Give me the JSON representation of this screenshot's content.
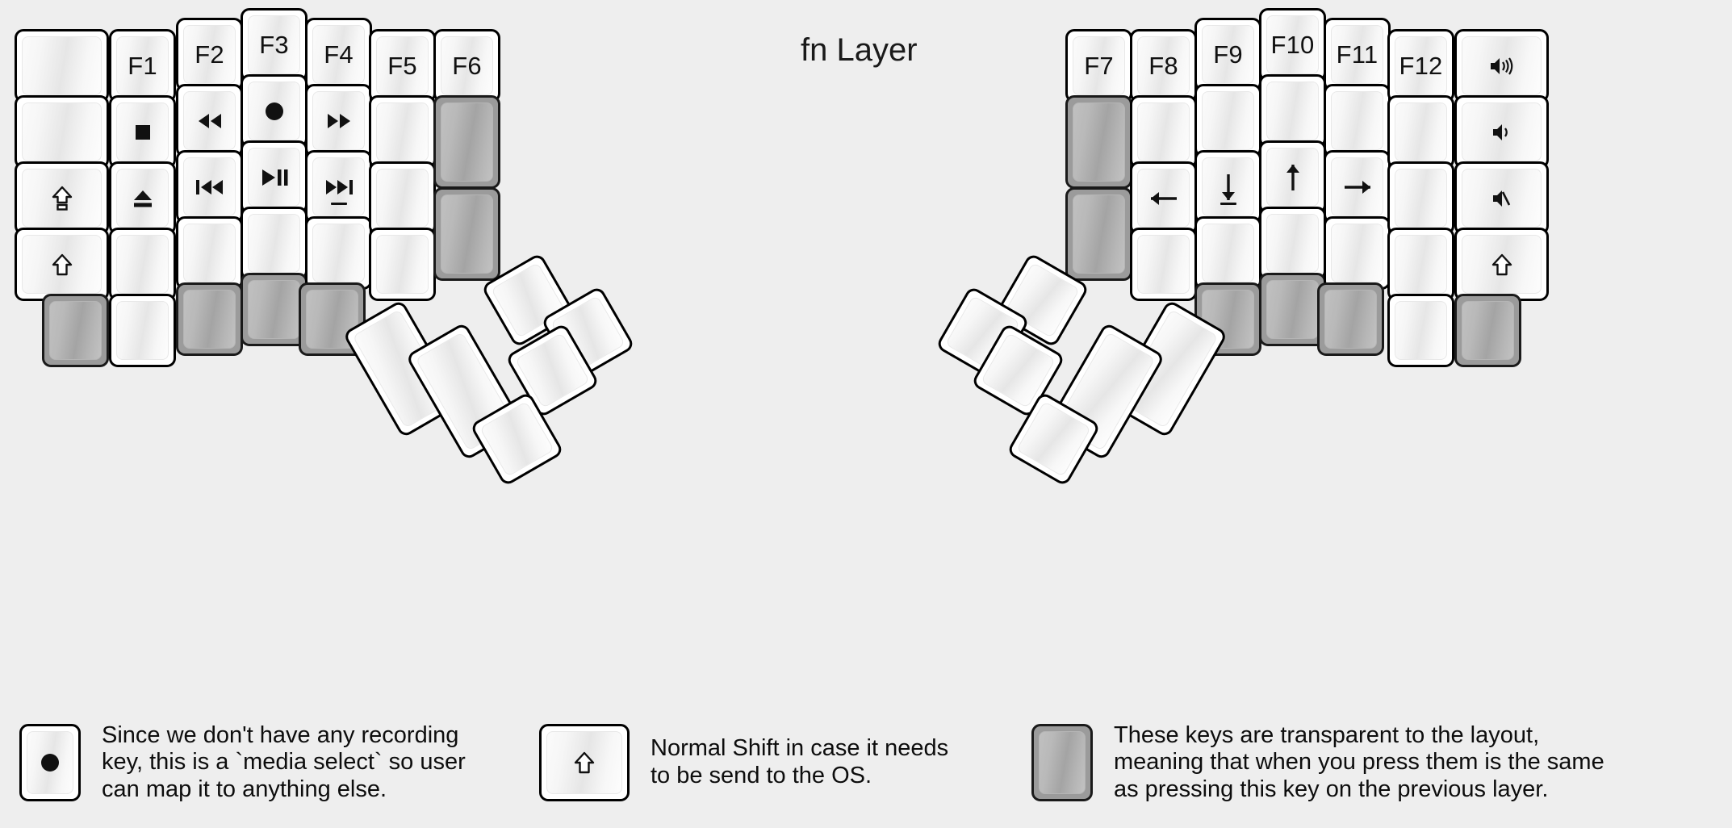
{
  "title": "fn Layer",
  "colors": {
    "background": "#eeeeee",
    "key_face": "#ffffff",
    "key_outline": "#000000",
    "transparent_key": "#9b9b9b",
    "legend_text": "#111111"
  },
  "left_half": {
    "name": "left-keyboard-half",
    "columns": [
      {
        "name": "col-outer",
        "keys": [
          {
            "label": "",
            "icon": "",
            "type": "normal"
          },
          {
            "label": "",
            "icon": "",
            "type": "normal"
          },
          {
            "label": "",
            "icon": "caps-lock-icon",
            "type": "normal"
          },
          {
            "label": "",
            "icon": "shift-icon",
            "type": "normal"
          },
          {
            "label": "",
            "icon": "",
            "type": "transparent"
          }
        ]
      },
      {
        "name": "col-f1",
        "keys": [
          {
            "label": "F1",
            "icon": "",
            "type": "normal"
          },
          {
            "label": "",
            "icon": "media-stop-icon",
            "type": "normal"
          },
          {
            "label": "",
            "icon": "media-eject-icon",
            "type": "normal"
          },
          {
            "label": "",
            "icon": "",
            "type": "normal"
          },
          {
            "label": "",
            "icon": "",
            "type": "normal"
          }
        ]
      },
      {
        "name": "col-f2",
        "keys": [
          {
            "label": "F2",
            "icon": "",
            "type": "normal"
          },
          {
            "label": "",
            "icon": "media-rewind-icon",
            "type": "normal"
          },
          {
            "label": "",
            "icon": "media-prev-track-icon",
            "type": "normal"
          },
          {
            "label": "",
            "icon": "",
            "type": "normal"
          },
          {
            "label": "",
            "icon": "",
            "type": "transparent"
          }
        ]
      },
      {
        "name": "col-f3",
        "keys": [
          {
            "label": "F3",
            "icon": "",
            "type": "normal"
          },
          {
            "label": "",
            "icon": "media-record-icon",
            "type": "normal"
          },
          {
            "label": "",
            "icon": "media-play-pause-icon",
            "type": "normal"
          },
          {
            "label": "",
            "icon": "",
            "type": "normal"
          },
          {
            "label": "",
            "icon": "",
            "type": "transparent"
          }
        ]
      },
      {
        "name": "col-f4",
        "keys": [
          {
            "label": "F4",
            "icon": "",
            "type": "normal"
          },
          {
            "label": "",
            "icon": "media-fast-forward-icon",
            "type": "normal"
          },
          {
            "label": "",
            "icon": "media-next-track-icon",
            "type": "normal",
            "home_bar": true
          },
          {
            "label": "",
            "icon": "",
            "type": "normal"
          },
          {
            "label": "",
            "icon": "",
            "type": "transparent"
          }
        ]
      },
      {
        "name": "col-f5",
        "keys": [
          {
            "label": "F5",
            "icon": "",
            "type": "normal"
          },
          {
            "label": "",
            "icon": "",
            "type": "normal"
          },
          {
            "label": "",
            "icon": "",
            "type": "normal"
          },
          {
            "label": "",
            "icon": "",
            "type": "normal"
          }
        ]
      },
      {
        "name": "col-f6",
        "keys": [
          {
            "label": "F6",
            "icon": "",
            "type": "normal"
          },
          {
            "label": "",
            "icon": "",
            "type": "transparent"
          },
          {
            "label": "",
            "icon": "",
            "type": "transparent"
          }
        ]
      }
    ],
    "thumb_keys": [
      {
        "name": "left-thumb-1",
        "label": "",
        "icon": "",
        "type": "normal"
      },
      {
        "name": "left-thumb-2",
        "label": "",
        "icon": "",
        "type": "normal"
      },
      {
        "name": "left-thumb-3",
        "label": "",
        "icon": "",
        "type": "normal"
      },
      {
        "name": "left-thumb-4",
        "label": "",
        "icon": "",
        "type": "normal"
      },
      {
        "name": "left-thumb-5",
        "label": "",
        "icon": "",
        "type": "normal"
      },
      {
        "name": "left-thumb-6",
        "label": "",
        "icon": "",
        "type": "normal"
      }
    ]
  },
  "right_half": {
    "name": "right-keyboard-half",
    "columns": [
      {
        "name": "col-f7",
        "keys": [
          {
            "label": "F7",
            "icon": "",
            "type": "normal"
          },
          {
            "label": "",
            "icon": "",
            "type": "transparent"
          },
          {
            "label": "",
            "icon": "",
            "type": "transparent"
          }
        ]
      },
      {
        "name": "col-f8",
        "keys": [
          {
            "label": "F8",
            "icon": "",
            "type": "normal"
          },
          {
            "label": "",
            "icon": "",
            "type": "normal"
          },
          {
            "label": "",
            "icon": "arrow-left-icon",
            "type": "normal"
          },
          {
            "label": "",
            "icon": "",
            "type": "normal"
          }
        ]
      },
      {
        "name": "col-f9",
        "keys": [
          {
            "label": "F9",
            "icon": "",
            "type": "normal"
          },
          {
            "label": "",
            "icon": "",
            "type": "normal"
          },
          {
            "label": "",
            "icon": "arrow-down-icon",
            "type": "normal",
            "home_bar": true
          },
          {
            "label": "",
            "icon": "",
            "type": "normal"
          },
          {
            "label": "",
            "icon": "",
            "type": "transparent"
          }
        ]
      },
      {
        "name": "col-f10",
        "keys": [
          {
            "label": "F10",
            "icon": "",
            "type": "normal"
          },
          {
            "label": "",
            "icon": "",
            "type": "normal"
          },
          {
            "label": "",
            "icon": "arrow-up-icon",
            "type": "normal"
          },
          {
            "label": "",
            "icon": "",
            "type": "normal"
          },
          {
            "label": "",
            "icon": "",
            "type": "transparent"
          }
        ]
      },
      {
        "name": "col-f11",
        "keys": [
          {
            "label": "F11",
            "icon": "",
            "type": "normal"
          },
          {
            "label": "",
            "icon": "",
            "type": "normal"
          },
          {
            "label": "",
            "icon": "arrow-right-icon",
            "type": "normal"
          },
          {
            "label": "",
            "icon": "",
            "type": "normal"
          },
          {
            "label": "",
            "icon": "",
            "type": "transparent"
          }
        ]
      },
      {
        "name": "col-f12",
        "keys": [
          {
            "label": "F12",
            "icon": "",
            "type": "normal"
          },
          {
            "label": "",
            "icon": "",
            "type": "normal"
          },
          {
            "label": "",
            "icon": "",
            "type": "normal"
          },
          {
            "label": "",
            "icon": "",
            "type": "normal"
          },
          {
            "label": "",
            "icon": "",
            "type": "normal"
          }
        ]
      },
      {
        "name": "col-volume",
        "keys": [
          {
            "label": "",
            "icon": "volume-up-icon",
            "type": "normal"
          },
          {
            "label": "",
            "icon": "volume-down-icon",
            "type": "normal"
          },
          {
            "label": "",
            "icon": "volume-mute-icon",
            "type": "normal"
          },
          {
            "label": "",
            "icon": "shift-icon",
            "type": "normal"
          },
          {
            "label": "",
            "icon": "",
            "type": "transparent"
          }
        ]
      }
    ],
    "thumb_keys": [
      {
        "name": "right-thumb-1",
        "label": "",
        "icon": "",
        "type": "normal"
      },
      {
        "name": "right-thumb-2",
        "label": "",
        "icon": "",
        "type": "normal"
      },
      {
        "name": "right-thumb-3",
        "label": "",
        "icon": "",
        "type": "normal"
      },
      {
        "name": "right-thumb-4",
        "label": "",
        "icon": "",
        "type": "normal"
      },
      {
        "name": "right-thumb-5",
        "label": "",
        "icon": "",
        "type": "normal"
      },
      {
        "name": "right-thumb-6",
        "label": "",
        "icon": "",
        "type": "normal"
      }
    ]
  },
  "footer": {
    "items": [
      {
        "key_icon": "media-record-icon",
        "key_type": "normal",
        "text": "Since we don't have any recording\nkey, this is a `media select` so user\ncan map it to anything else."
      },
      {
        "key_icon": "shift-icon",
        "key_type": "normal",
        "text": "Normal Shift in case it needs\nto be send to the OS."
      },
      {
        "key_icon": "",
        "key_type": "transparent",
        "text": "These keys are transparent to the layout,\nmeaning that when you press them is the same\nas pressing this key on the previous layer."
      }
    ]
  }
}
